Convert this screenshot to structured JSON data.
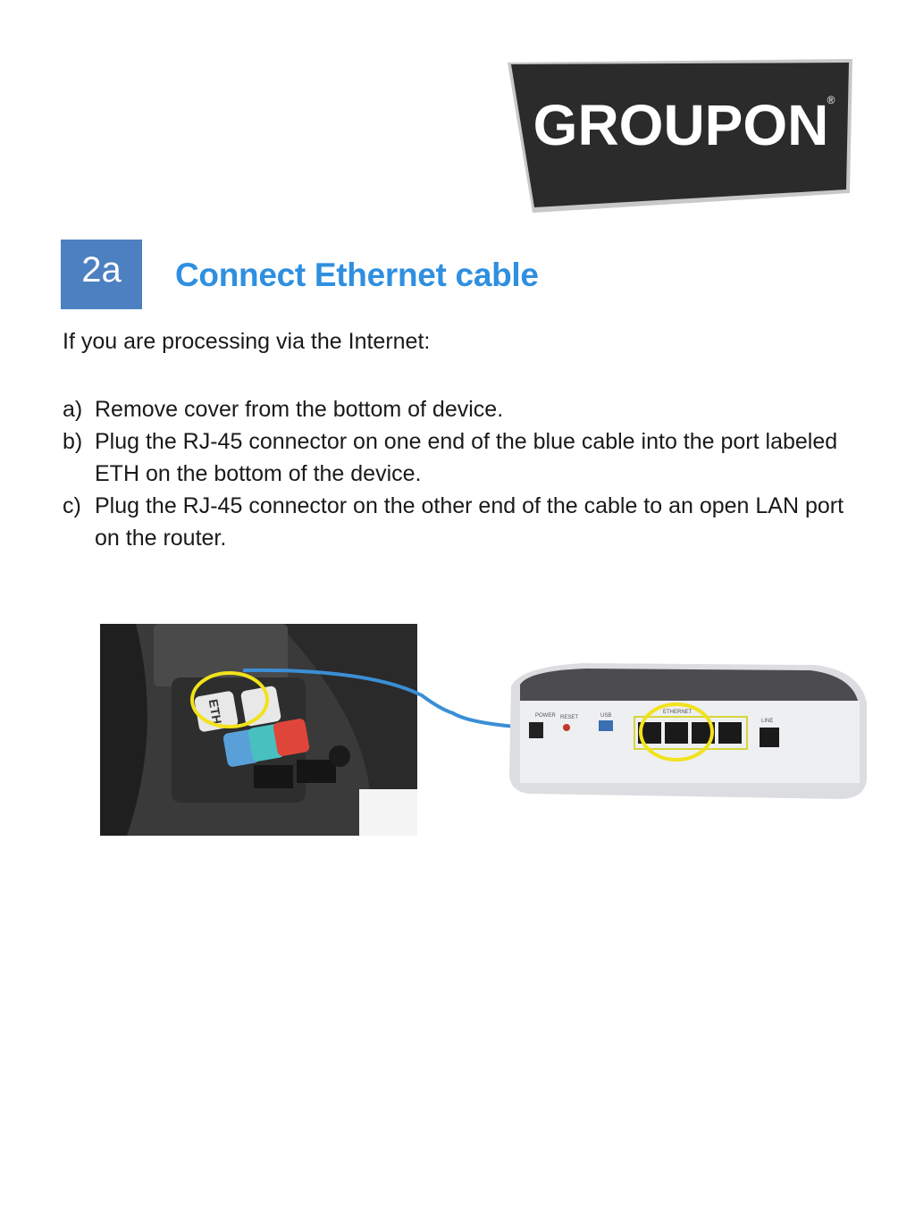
{
  "logo": {
    "text": "GROUPON",
    "mark": "®"
  },
  "step": {
    "number": "2a",
    "title": "Connect Ethernet cable"
  },
  "intro": "If you are processing via the Internet:",
  "instructions": [
    {
      "marker": "a)",
      "text": "Remove cover from the bottom of device."
    },
    {
      "marker": "b)",
      "text": "Plug the RJ-45 connector on one end of the blue cable into the port labeled ETH on the bottom of the device."
    },
    {
      "marker": "c)",
      "text": "Plug the RJ-45 connector on the other end of the cable to an open LAN port on the router."
    }
  ],
  "terminal_labels": {
    "eth": "ETH"
  },
  "router_labels": {
    "ethernet": "ETHERNET",
    "line": "LINE",
    "power": "POWER",
    "reset": "RESET",
    "usb": "USB"
  },
  "colors": {
    "accent": "#2f8fe0",
    "badge": "#4d80c1",
    "highlight": "#f2e21a",
    "cable": "#3a8fd6"
  }
}
